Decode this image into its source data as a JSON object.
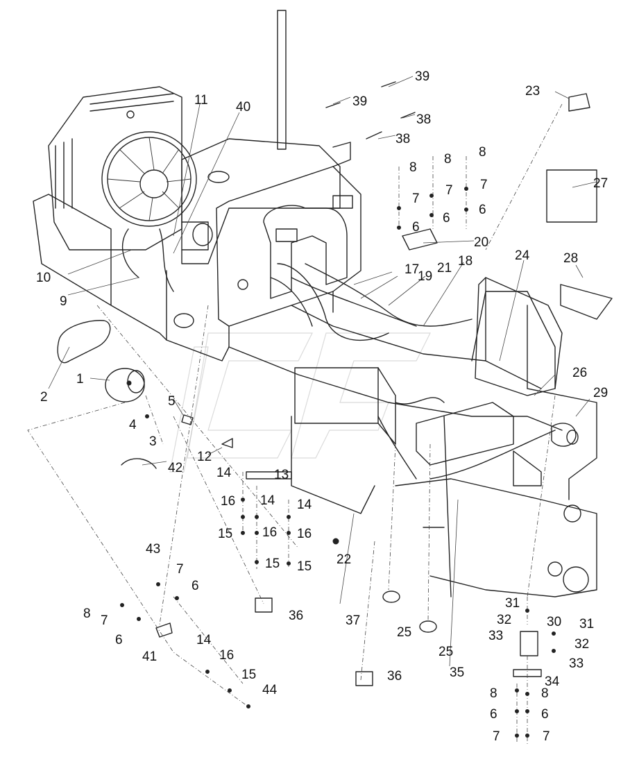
{
  "callouts": [
    {
      "id": "c1",
      "text": "1"
    },
    {
      "id": "c2",
      "text": "2"
    },
    {
      "id": "c3",
      "text": "3"
    },
    {
      "id": "c4",
      "text": "4"
    },
    {
      "id": "c5",
      "text": "5"
    },
    {
      "id": "c6a",
      "text": "6"
    },
    {
      "id": "c6b",
      "text": "6"
    },
    {
      "id": "c6c",
      "text": "6"
    },
    {
      "id": "c6d",
      "text": "6"
    },
    {
      "id": "c6e",
      "text": "6"
    },
    {
      "id": "c6f",
      "text": "6"
    },
    {
      "id": "c6g",
      "text": "6"
    },
    {
      "id": "c7a",
      "text": "7"
    },
    {
      "id": "c7b",
      "text": "7"
    },
    {
      "id": "c7c",
      "text": "7"
    },
    {
      "id": "c7d",
      "text": "7"
    },
    {
      "id": "c7e",
      "text": "7"
    },
    {
      "id": "c7f",
      "text": "7"
    },
    {
      "id": "c7g",
      "text": "7"
    },
    {
      "id": "c8a",
      "text": "8"
    },
    {
      "id": "c8b",
      "text": "8"
    },
    {
      "id": "c8c",
      "text": "8"
    },
    {
      "id": "c8d",
      "text": "8"
    },
    {
      "id": "c8e",
      "text": "8"
    },
    {
      "id": "c8f",
      "text": "8"
    },
    {
      "id": "c9",
      "text": "9"
    },
    {
      "id": "c10",
      "text": "10"
    },
    {
      "id": "c11",
      "text": "11"
    },
    {
      "id": "c12",
      "text": "12"
    },
    {
      "id": "c13",
      "text": "13"
    },
    {
      "id": "c14a",
      "text": "14"
    },
    {
      "id": "c14b",
      "text": "14"
    },
    {
      "id": "c14c",
      "text": "14"
    },
    {
      "id": "c14d",
      "text": "14"
    },
    {
      "id": "c15a",
      "text": "15"
    },
    {
      "id": "c15b",
      "text": "15"
    },
    {
      "id": "c15c",
      "text": "15"
    },
    {
      "id": "c15d",
      "text": "15"
    },
    {
      "id": "c16a",
      "text": "16"
    },
    {
      "id": "c16b",
      "text": "16"
    },
    {
      "id": "c16c",
      "text": "16"
    },
    {
      "id": "c16d",
      "text": "16"
    },
    {
      "id": "c17",
      "text": "17"
    },
    {
      "id": "c18",
      "text": "18"
    },
    {
      "id": "c19",
      "text": "19"
    },
    {
      "id": "c20",
      "text": "20"
    },
    {
      "id": "c21",
      "text": "21"
    },
    {
      "id": "c22",
      "text": "22"
    },
    {
      "id": "c23",
      "text": "23"
    },
    {
      "id": "c24",
      "text": "24"
    },
    {
      "id": "c25a",
      "text": "25"
    },
    {
      "id": "c25b",
      "text": "25"
    },
    {
      "id": "c26",
      "text": "26"
    },
    {
      "id": "c27",
      "text": "27"
    },
    {
      "id": "c28",
      "text": "28"
    },
    {
      "id": "c29",
      "text": "29"
    },
    {
      "id": "c30",
      "text": "30"
    },
    {
      "id": "c31a",
      "text": "31"
    },
    {
      "id": "c31b",
      "text": "31"
    },
    {
      "id": "c32a",
      "text": "32"
    },
    {
      "id": "c32b",
      "text": "32"
    },
    {
      "id": "c33a",
      "text": "33"
    },
    {
      "id": "c33b",
      "text": "33"
    },
    {
      "id": "c34",
      "text": "34"
    },
    {
      "id": "c35",
      "text": "35"
    },
    {
      "id": "c36a",
      "text": "36"
    },
    {
      "id": "c36b",
      "text": "36"
    },
    {
      "id": "c37",
      "text": "37"
    },
    {
      "id": "c38a",
      "text": "38"
    },
    {
      "id": "c38b",
      "text": "38"
    },
    {
      "id": "c39a",
      "text": "39"
    },
    {
      "id": "c39b",
      "text": "39"
    },
    {
      "id": "c40",
      "text": "40"
    },
    {
      "id": "c41",
      "text": "41"
    },
    {
      "id": "c42",
      "text": "42"
    },
    {
      "id": "c43",
      "text": "43"
    },
    {
      "id": "c44",
      "text": "44"
    }
  ]
}
